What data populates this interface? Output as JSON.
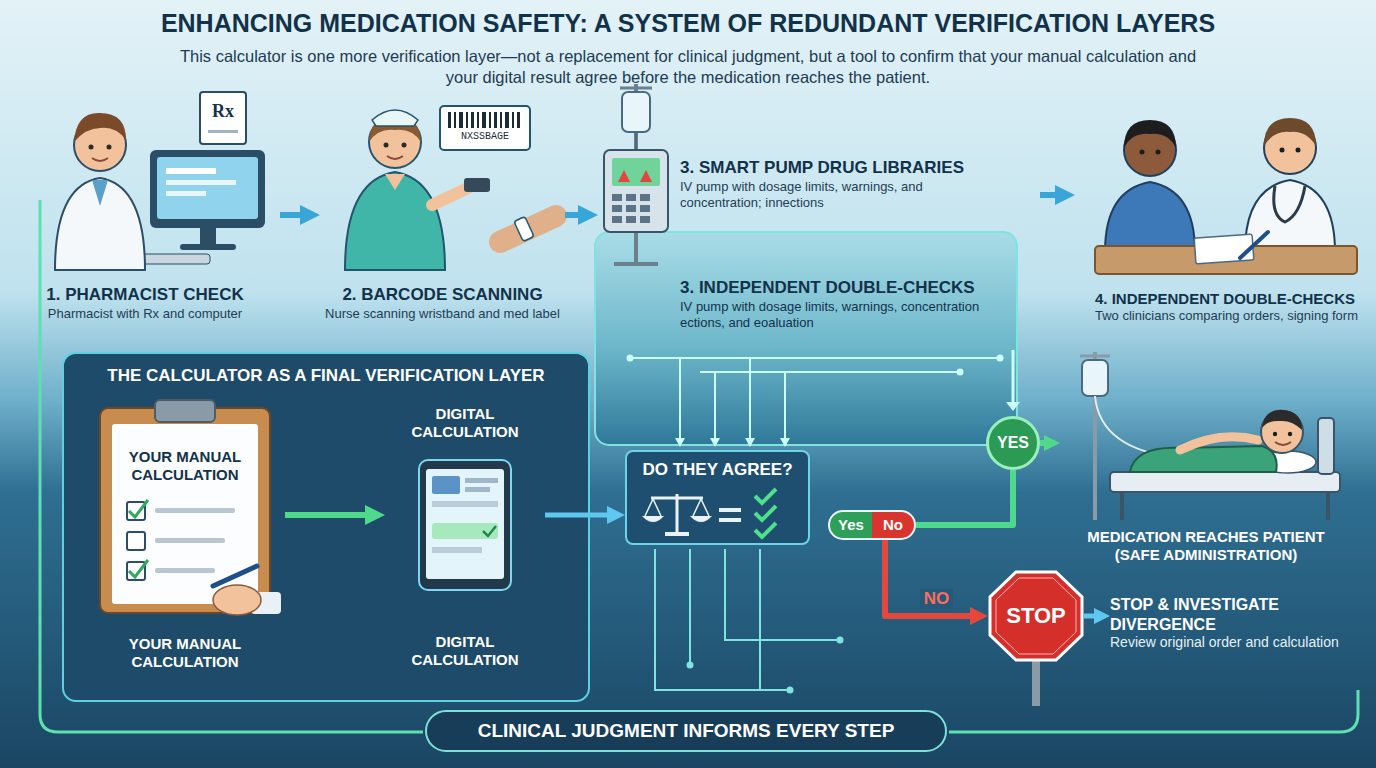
{
  "diagram": {
    "title": "ENHANCING MEDICATION SAFETY: A SYSTEM OF REDUNDANT VERIFICATION LAYERS",
    "nodes": [
      {
        "text": [
          "1. PHARMACIST CHECK",
          "Pharmacist with Rx and computer"
        ]
      },
      {
        "text": [
          "2. BARCODE SCANNING",
          "Nurse scanning wristband and med label"
        ]
      },
      {
        "text": [
          "3. SMART PUMP DRUG LIBRARIES",
          "IV pump with dosage limits, warnings, and concentration; innections"
        ]
      },
      {
        "text": [
          "3. INDEPENDENT DOUBLE-CHECKS",
          "IV pump with dosage limits, warnings, concentration ections, and eoaluation"
        ]
      },
      {
        "text": [
          "4. INDEPENDENT DOUBLE-CHECKS",
          "Two clinicians comparing orders, signing form"
        ]
      },
      {
        "text": [
          "THE CALCULATOR AS A FINAL VERIFICATION LAYER"
        ]
      },
      {
        "text": [
          "YOUR MANUAL CALCULATION",
          "YOUR MANUAL CALCULATION"
        ],
        "in": 5
      },
      {
        "text": [
          "DIGITAL CALCULATION",
          "DIGITAL CALCULATION"
        ],
        "in": 5
      },
      {
        "text": [
          "DO THEY AGREE?"
        ]
      },
      {
        "text": [
          "Yes",
          "No"
        ]
      },
      {
        "text": [
          "YES"
        ]
      },
      {
        "text": [
          "MEDICATION REACHES PATIENT (SAFE ADMINISTRATION)"
        ]
      },
      {
        "text": [
          "STOP"
        ]
      },
      {
        "text": [
          "STOP & INVESTIGATE DIVERGENCE",
          "Review original order and calculation"
        ]
      },
      {
        "text": [
          "CLINICAL JUDGMENT INFORMS EVERY STEP"
        ]
      }
    ],
    "edges": [
      {
        "from": 0,
        "to": 1,
        "arrow": "to"
      },
      {
        "from": 1,
        "to": 2,
        "arrow": "to"
      },
      {
        "from": 2,
        "to": 4,
        "arrow": "to"
      },
      {
        "from": 6,
        "to": 7,
        "arrow": "to"
      },
      {
        "from": 7,
        "to": 8,
        "arrow": "to"
      },
      {
        "from": 9,
        "to": 10,
        "arrow": "none"
      },
      {
        "from": 10,
        "to": 11,
        "arrow": "to"
      },
      {
        "from": 9,
        "to": 12,
        "label": "NO",
        "arrow": "to"
      },
      {
        "from": 12,
        "to": 13,
        "arrow": "to"
      }
    ],
    "labels": [
      "This calculator is one more verification layer—not a replacement for clinical judgment, but a tool to confirm that your manual calculation and your digital result agree before the medication reaches the patient.",
      "Rx",
      "NXSSBAGE"
    ]
  }
}
